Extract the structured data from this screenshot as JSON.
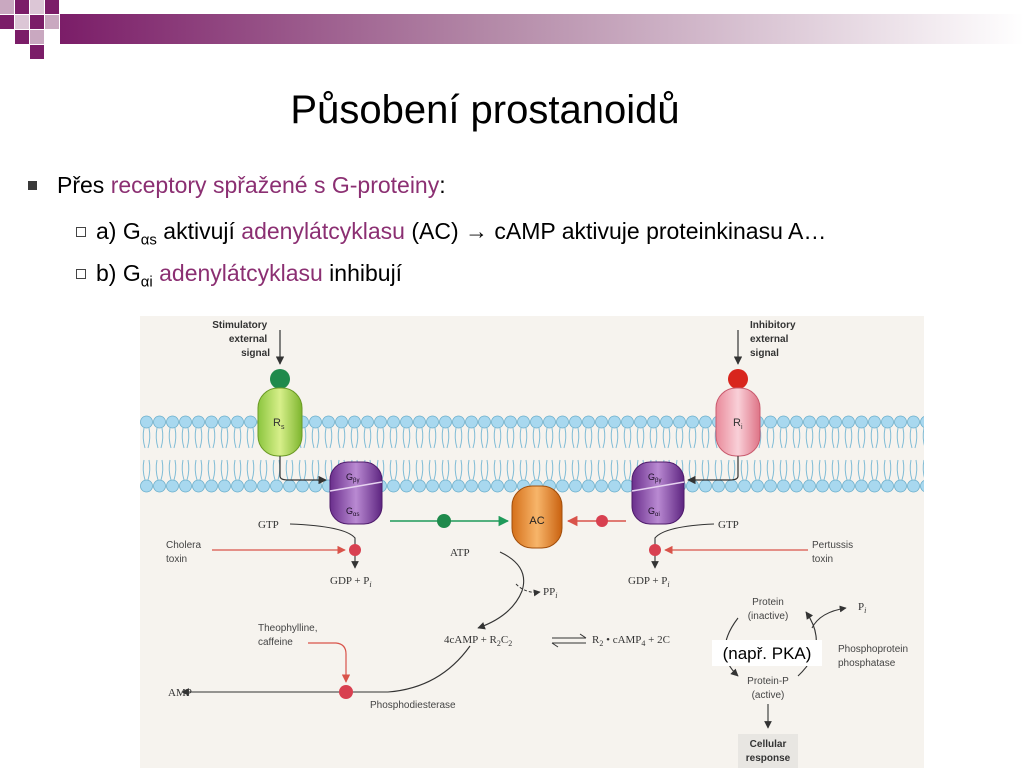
{
  "slide": {
    "title": "Působení prostanoidů",
    "bullet1": {
      "prefix": "Přes ",
      "highlight": "receptory spřažené s G-proteiny",
      "suffix": ":"
    },
    "bullet2": {
      "pre": "a) G",
      "sub": "αs",
      "mid": " aktivují ",
      "highlight": "adenylátcyklasu",
      "post": " (AC) → cAMP aktivuje proteinkinasu A…"
    },
    "bullet3": {
      "pre": "b) G",
      "sub": "αi",
      "mid": " ",
      "highlight": "adenylátcyklasu",
      "post": " inhibují"
    }
  },
  "colors": {
    "accent": "#8b2f72",
    "deco": "#7b1d68",
    "membrane": "#9fd0e8"
  },
  "diagram": {
    "stim_signal": [
      "Stimulatory",
      "external",
      "signal"
    ],
    "inhib_signal": [
      "Inhibitory",
      "external",
      "signal"
    ],
    "rs": {
      "main": "R",
      "sub": "s"
    },
    "ri": {
      "main": "R",
      "sub": "i"
    },
    "gs_top": {
      "main": "G",
      "sub": "βγ"
    },
    "gs_bot": {
      "main": "G",
      "sub": "αs"
    },
    "gi_top": {
      "main": "G",
      "sub": "βγ"
    },
    "gi_bot": {
      "main": "G",
      "sub": "αi"
    },
    "ac": "AC",
    "gtp_left": "GTP",
    "gtp_right": "GTP",
    "cholera": [
      "Cholera",
      "toxin"
    ],
    "pertussis": [
      "Pertussis",
      "toxin"
    ],
    "gdp_left": "GDP + P",
    "gdp_right": "GDP + P",
    "gdp_sub": "i",
    "atp": "ATP",
    "ppi": "PP",
    "ppi_sub": "i",
    "eq_left": "4cAMP + R",
    "eq_left_sub1": "2",
    "eq_left_mid": "C",
    "eq_left_sub2": "2",
    "eq_right": "R",
    "eq_right_sub1": "2",
    "eq_right_mid": " • cAMP",
    "eq_right_sub2": "4",
    "eq_right_end": " + 2C",
    "theophylline": [
      "Theophylline,",
      "caffeine"
    ],
    "amp": "AMP",
    "pde": "Phosphodiesterase",
    "protein": [
      "Protein",
      "(inactive)"
    ],
    "protein_p": [
      "Protein-P",
      "(active)"
    ],
    "pi": "P",
    "pi_sub": "i",
    "phosphatase": [
      "Phosphoprotein",
      "phosphatase"
    ],
    "pka": "(např. PKA)",
    "cellular": [
      "Cellular",
      "response"
    ]
  }
}
